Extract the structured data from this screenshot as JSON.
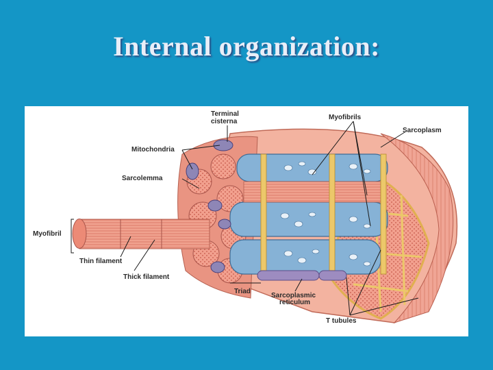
{
  "slide": {
    "title": "Internal organization:"
  },
  "diagram": {
    "labels": {
      "terminal_cisterna_line1": "Terminal",
      "terminal_cisterna_line2": "cisterna",
      "myofibrils": "Myofibrils",
      "sarcoplasm": "Sarcoplasm",
      "mitochondria": "Mitochondria",
      "sarcolemma": "Sarcolemma",
      "myofibril": "Myofibril",
      "thin_filament": "Thin filament",
      "thick_filament": "Thick filament",
      "triad": "Triad",
      "sarcoplasmic_reticulum_line1": "Sarcoplasmic",
      "sarcoplasmic_reticulum_line2": "reticulum",
      "t_tubules": "T tubules"
    },
    "colors": {
      "background": "#1496c6",
      "muscle_pink": "#f2a08e",
      "muscle_dark": "#d9705e",
      "reticulum_blue": "#86b2d6",
      "t_tubule_yellow": "#ecc86a",
      "mitochondria_purple": "#8e86b6"
    }
  }
}
